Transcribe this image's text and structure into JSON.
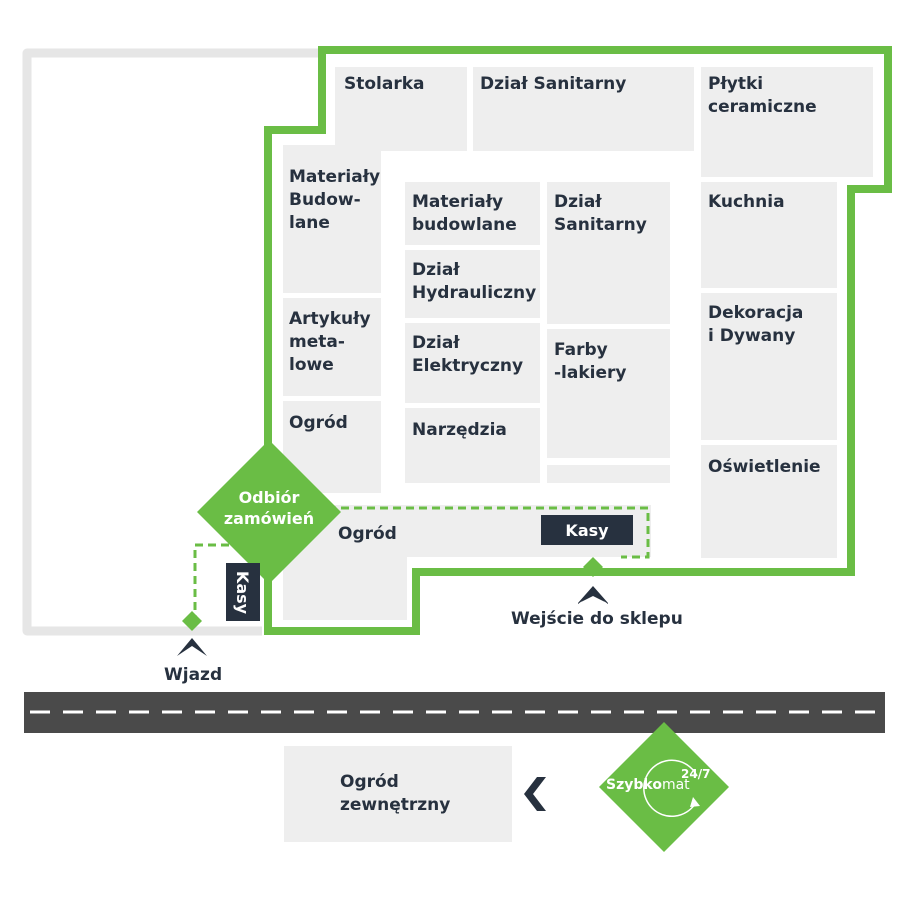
{
  "colors": {
    "green": "#6abd45",
    "zone_fill": "#eeeeee",
    "road": "#4a4a4a",
    "road_dash": "#ffffff",
    "navy": "#27313f",
    "outline_gray": "#e6e6e6"
  },
  "departments": {
    "stolarka": "Stolarka",
    "dzial_sanitarny_top": "Dział Sanitarny",
    "plytki": "Płytki\nceramiczne",
    "materialy_budowlane_left": "Materiały\nBudow-\nlane",
    "artykuly_metalowe": "Artykuły\nmeta-\nlowe",
    "ogrod_left": "Ogród",
    "materialy_budowlane_center": "Materiały\nbudowlane",
    "dzial_hydrauliczny": "Dział\nHydrauliczny",
    "dzial_elektryczny": "Dział\nElektryczny",
    "narzedzia": "Narzędzia",
    "dzial_sanitarny_center": "Dział\nSanitarny",
    "farby_lakiery": "Farby\n-lakiery",
    "kuchnia": "Kuchnia",
    "dekoracja": "Dekoracja\ni Dywany",
    "oswietlenie": "Oświetlenie",
    "ogrod_bottom": "Ogród",
    "ogrod_zewnetrzny": "Ogród\nzewnętrzny"
  },
  "markers": {
    "odbior": "Odbiór\nzamówień",
    "kasy_main": "Kasy",
    "kasy_side": "Kasy",
    "wejscie": "Wejście do sklepu",
    "wjazd": "Wjazd"
  },
  "szybkomat": {
    "brand_bold": "Szybko",
    "brand_light": "mat",
    "hours": "24/7"
  },
  "icons": [
    "entry-arrow-icon",
    "chevron-left-icon",
    "refresh-circle-icon"
  ]
}
